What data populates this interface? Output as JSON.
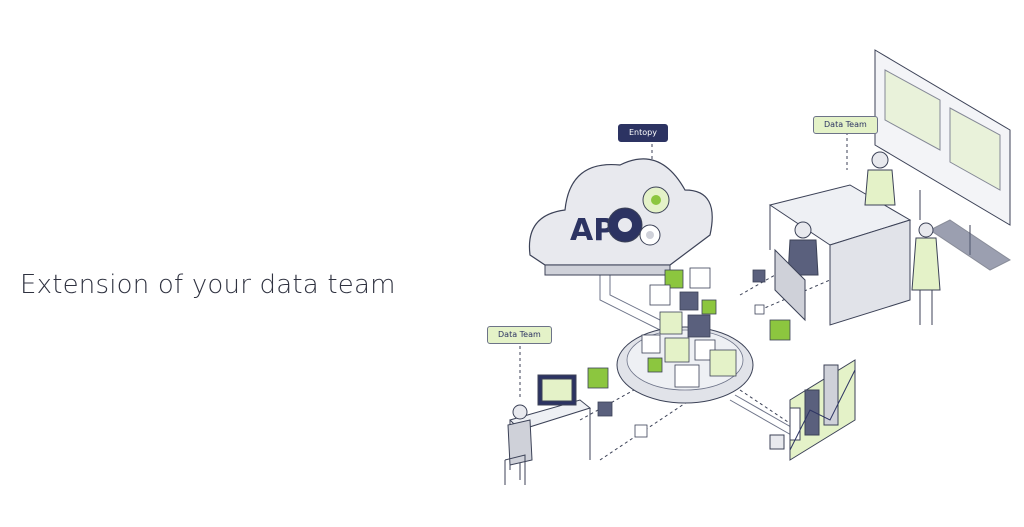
{
  "hero": {
    "headline": "Extension of your data team"
  },
  "illustration": {
    "cloud_label": "API",
    "tags": {
      "entropy": "Entopy",
      "data_team_top": "Data Team",
      "data_team_left": "Data Team"
    }
  },
  "colors": {
    "accent_green": "#8cc63f",
    "navy": "#2c3362",
    "outline": "#3c4257",
    "light_green": "#e4f2c8",
    "grey": "#d9dbe2"
  }
}
